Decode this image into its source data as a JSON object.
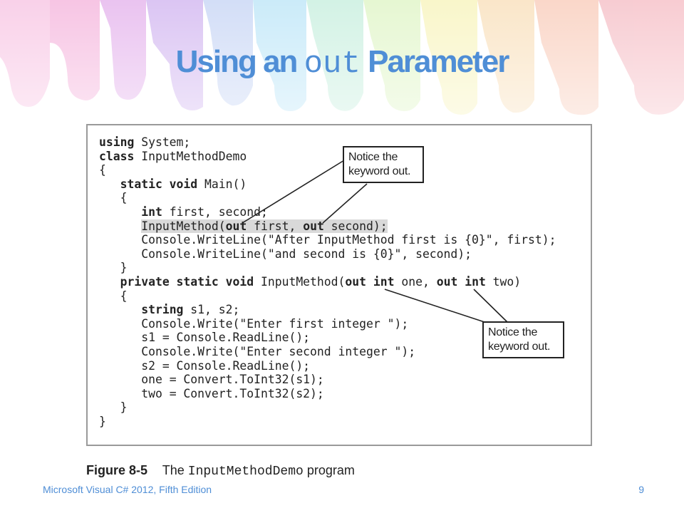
{
  "slide": {
    "title_prefix": "Using an",
    "title_code": "out",
    "title_suffix": "Parameter",
    "code_lines": [
      {
        "prefix": "",
        "kw": "using",
        "rest": " System;"
      },
      {
        "prefix": "",
        "kw": "class",
        "rest": " InputMethodDemo"
      },
      {
        "prefix": "",
        "kw": "",
        "rest": "{"
      },
      {
        "prefix": "   ",
        "kw": "static void",
        "rest": " Main()"
      },
      {
        "prefix": "   ",
        "kw": "",
        "rest": "{"
      },
      {
        "prefix": "      ",
        "kw": "int",
        "rest": " first, second;"
      },
      {
        "prefix": "      ",
        "kw": "",
        "rest": "InputMethod(out first, out second);"
      },
      {
        "prefix": "      ",
        "kw": "",
        "rest": "Console.WriteLine(\"After InputMethod first is {0}\", first);"
      },
      {
        "prefix": "      ",
        "kw": "",
        "rest": "Console.WriteLine(\"and second is {0}\", second);"
      },
      {
        "prefix": "   ",
        "kw": "",
        "rest": "}"
      },
      {
        "prefix": "   ",
        "kw": "private static void",
        "rest": " InputMethod(out int one, out int two)"
      },
      {
        "prefix": "   ",
        "kw": "",
        "rest": "{"
      },
      {
        "prefix": "      ",
        "kw": "string",
        "rest": " s1, s2;"
      },
      {
        "prefix": "      ",
        "kw": "",
        "rest": "Console.Write(\"Enter first integer \");"
      },
      {
        "prefix": "      ",
        "kw": "",
        "rest": "s1 = Console.ReadLine();"
      },
      {
        "prefix": "      ",
        "kw": "",
        "rest": "Console.Write(\"Enter second integer \");"
      },
      {
        "prefix": "      ",
        "kw": "",
        "rest": "s2 = Console.ReadLine();"
      },
      {
        "prefix": "      ",
        "kw": "",
        "rest": "one = Convert.ToInt32(s1);"
      },
      {
        "prefix": "      ",
        "kw": "",
        "rest": "two = Convert.ToInt32(s2);"
      },
      {
        "prefix": "   ",
        "kw": "",
        "rest": "}"
      },
      {
        "prefix": "",
        "kw": "",
        "rest": "}"
      }
    ],
    "highlight_line_index": 6,
    "callout_top": {
      "line1": "Notice the",
      "line2_text": "keyword ",
      "line2_code": "out",
      "line2_end": "."
    },
    "callout_bottom": {
      "line1": "Notice the",
      "line2_text": "keyword ",
      "line2_code": "out",
      "line2_end": "."
    },
    "caption_fig": "Figure 8-5",
    "caption_text_before": "The",
    "caption_code": "InputMethodDemo",
    "caption_text_after": "program",
    "footer_left": "Microsoft Visual C# 2012, Fifth Edition",
    "page_number": "9"
  },
  "colors": {
    "title": "#4f8ed6",
    "footer": "#4f8ed6",
    "highlight": "#d9d9d9"
  }
}
